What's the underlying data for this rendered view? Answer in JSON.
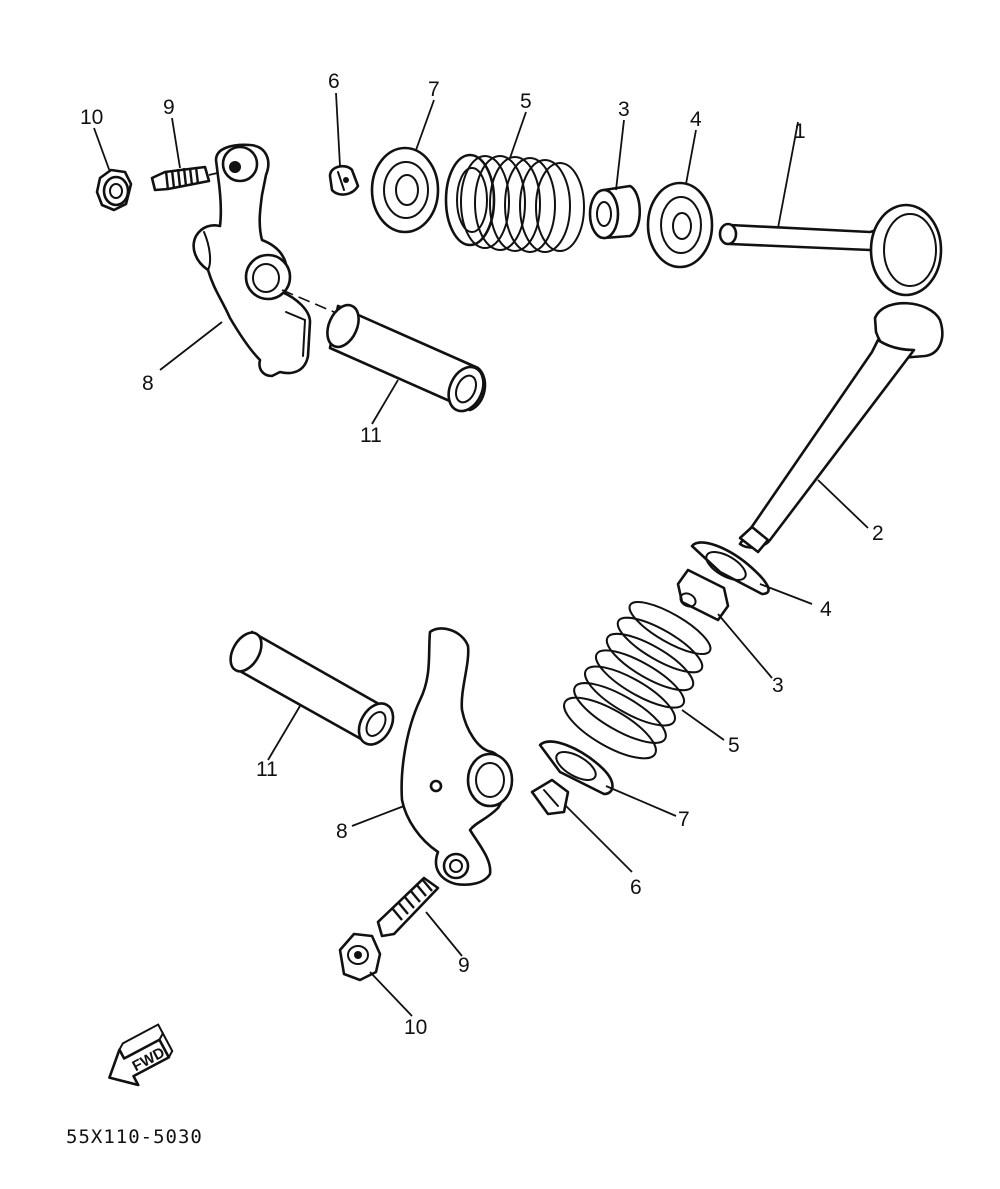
{
  "labels": {
    "upper_valve": "1",
    "lower_valve": "2",
    "upper_seal": "3",
    "lower_seal": "3",
    "upper_lower_seat": "4",
    "lower_lower_seat": "4",
    "upper_spring": "5",
    "lower_spring": "5",
    "upper_cotter": "6",
    "lower_cotter": "6",
    "upper_retainer": "7",
    "lower_retainer": "7",
    "upper_rocker_arm": "8",
    "lower_rocker_arm": "8",
    "upper_adjuster": "9",
    "lower_adjuster": "9",
    "upper_locknut": "10",
    "lower_locknut": "10",
    "upper_shaft": "11",
    "lower_shaft": "11"
  },
  "fwd_label": "FWD",
  "diagram_code": "55X110-5030",
  "icons": {
    "fwd_arrow": "fwd-arrow-icon"
  }
}
